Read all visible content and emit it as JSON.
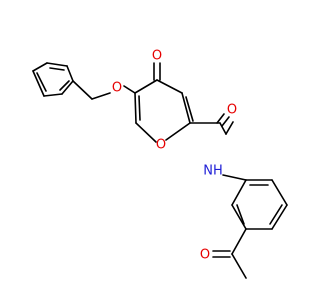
{
  "molecule": {
    "atoms": {
      "ether_o": "O",
      "ketone_o": "O",
      "ring_o": "O",
      "amide_o": "O",
      "amide_n": "NH",
      "acetyl_o": "O"
    },
    "colors": {
      "bond": "#000000",
      "oxygen": "#e60000",
      "nitrogen": "#1f1fd6",
      "background": "#ffffff"
    }
  }
}
